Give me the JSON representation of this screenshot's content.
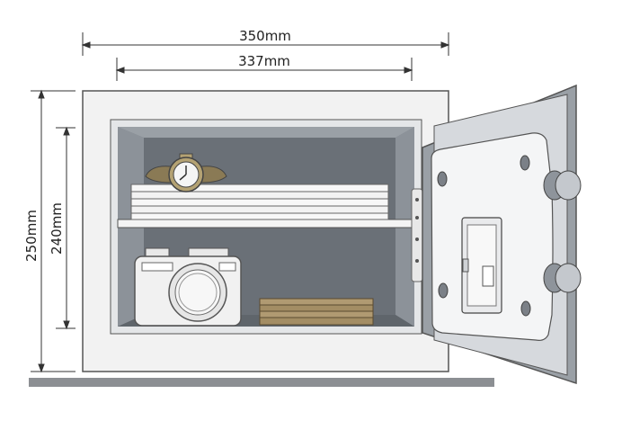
{
  "dimensions": {
    "outer_width": "350mm",
    "inner_width": "337mm",
    "outer_height": "250mm",
    "inner_height": "240mm"
  },
  "icons": [
    "watch-icon",
    "camera-icon",
    "stacked-papers-icon",
    "stacked-cash-icon",
    "keypad-icon",
    "knob-icon",
    "hinge-icon",
    "bolt-icon"
  ],
  "colors": {
    "cabinet_fill": "#f0f0f0",
    "interior_dark": "#6e747b",
    "interior_mid": "#8a9097",
    "door_fill": "#dfe2e6",
    "door_edge": "#9aa0a6",
    "floor": "#8c8f93",
    "dim_line": "#333333"
  }
}
